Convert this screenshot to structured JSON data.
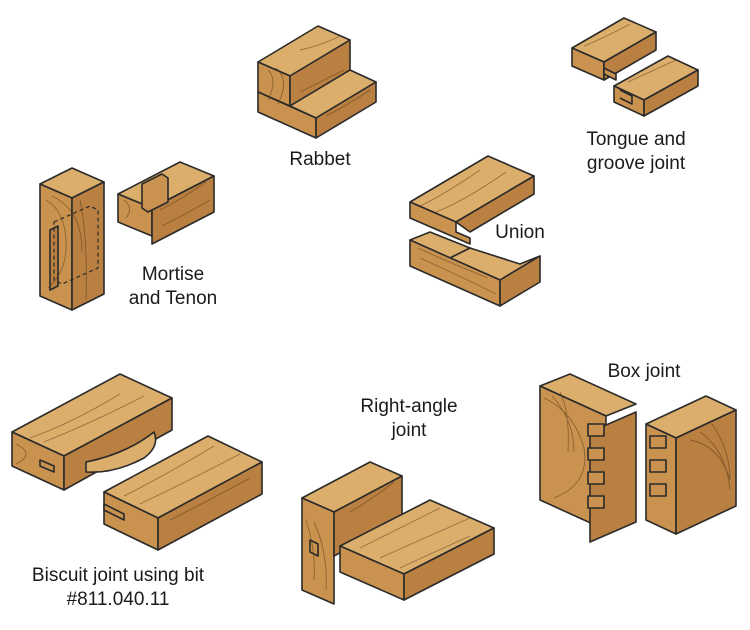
{
  "joints": {
    "rabbet": {
      "label_lines": [
        "Rabbet"
      ]
    },
    "tongue_groove": {
      "label_lines": [
        "Tongue and",
        "groove joint"
      ]
    },
    "mortise_tenon": {
      "label_lines": [
        "Mortise",
        "and Tenon"
      ]
    },
    "union": {
      "label_lines": [
        "Union"
      ]
    },
    "box": {
      "label_lines": [
        "Box joint"
      ]
    },
    "right_angle": {
      "label_lines": [
        "Right-angle",
        "joint"
      ]
    },
    "biscuit": {
      "label_lines": [
        "Biscuit joint using bit",
        "#811.040.11"
      ]
    }
  },
  "colors": {
    "wood_top": "#dcae6c",
    "wood_front": "#c9934f",
    "wood_side": "#b98042",
    "outline": "#2a2a2a"
  }
}
